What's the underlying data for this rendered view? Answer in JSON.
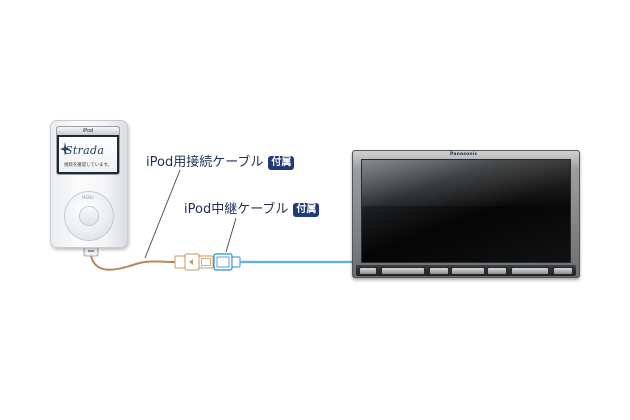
{
  "diagram": {
    "labels": {
      "ipod_cable": "iPod用接続ケーブル",
      "ipod_relay_cable": "iPod中継ケーブル",
      "badge": "付属"
    },
    "ipod": {
      "title": "iPod",
      "logo": "Strada",
      "message": "接続を確認しています。",
      "wheel_menu": "MENU"
    },
    "head_unit": {
      "brand": "Panasonic"
    },
    "colors": {
      "label_text": "#1f2f55",
      "badge_bg": "#223a78",
      "ipod_cable": "#b78a5c",
      "relay_cable": "#2e8fd0",
      "callout_line": "#555555"
    }
  }
}
